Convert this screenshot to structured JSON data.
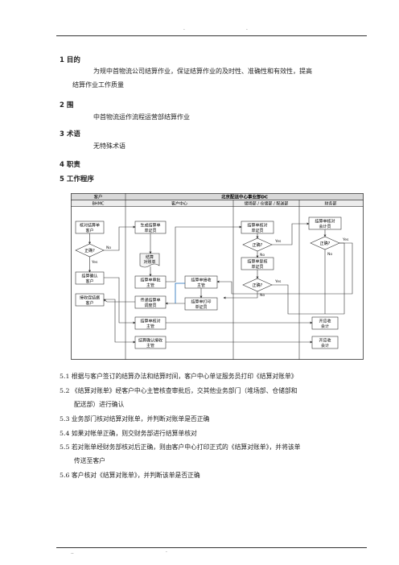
{
  "header": {
    "dot_left": "·",
    "dot_right": "·"
  },
  "footer": {
    "dot_left": "..",
    "dot_right": "·"
  },
  "sections": {
    "purpose": {
      "heading": "1 目的",
      "text_line1": "为规中首物流公司结算作业，保证结算作业的及时性、准确性和有效性，提高",
      "text_line2": "结算作业工作质量"
    },
    "scope": {
      "heading": "2 围",
      "text": "中首物流运作流程运营部结算作业"
    },
    "terms": {
      "heading": "3 术语",
      "text": "无特殊术语"
    },
    "duties": {
      "heading": "4 职责"
    },
    "procedure": {
      "heading": "5 工作程序"
    }
  },
  "flowchart": {
    "header": {
      "col_customer": "客户",
      "col_customer_sub": "BHMC",
      "center_title": "北京配送中心事业部DC",
      "col_service": "客户中心",
      "col_ops": "储场部 / 仓储部 / 配送部",
      "col_finance": "财务部"
    },
    "boxes": {
      "b1": [
        "核对结算单",
        "客户"
      ],
      "b2": [
        "生成结算单",
        "单证员"
      ],
      "b3": [
        "结算",
        "对账单"
      ],
      "b4": [
        "结算单审批",
        "主管"
      ],
      "b5": [
        "结算单核对",
        "单证员"
      ],
      "b6": [
        "结算单复核",
        "单证员"
      ],
      "b7": [
        "结算单核对",
        "会计员"
      ],
      "b8": [
        "结算确认",
        "客户"
      ],
      "b9": [
        "接收促结据",
        "客户"
      ],
      "b10": [
        "传递结算单",
        "调度员"
      ],
      "b11": [
        "结算单接收",
        "主管"
      ],
      "b12": [
        "结算单打印",
        "单证员"
      ],
      "b13": [
        "结算单核对",
        "主管"
      ],
      "b14": [
        "结算确认接收",
        "主管"
      ],
      "b15": [
        "开应收",
        "会计"
      ],
      "b16": [
        "开应收",
        "会计"
      ]
    },
    "decisions": {
      "d1": "正确?",
      "d2": "正确?",
      "d3": "正确?",
      "d4": "正确?"
    },
    "labels": {
      "yes": "Yes",
      "no": "No"
    }
  },
  "steps": [
    "5.1 根据与客户签订的结算办法和结算时间，客户中心单证服务员打印《结算对账单》",
    "5.2 《结算对账单》经客户中心主管核查审批后，交其他业务部门（堆场部、仓储部和",
    "配送部）进行确认",
    "5.3 业务部门核对结算对账单，并判断对账单是否正确",
    "5.4 如果对帐单正确，则交财务部进行结算单核对",
    "5.5 若对账单经财务部核对后正确，则由客户中心打印正式的《结算对账单》，并将该单",
    "传送至客户",
    "5.6 客户核对《结算对账单》，并判断该单是否正确"
  ]
}
